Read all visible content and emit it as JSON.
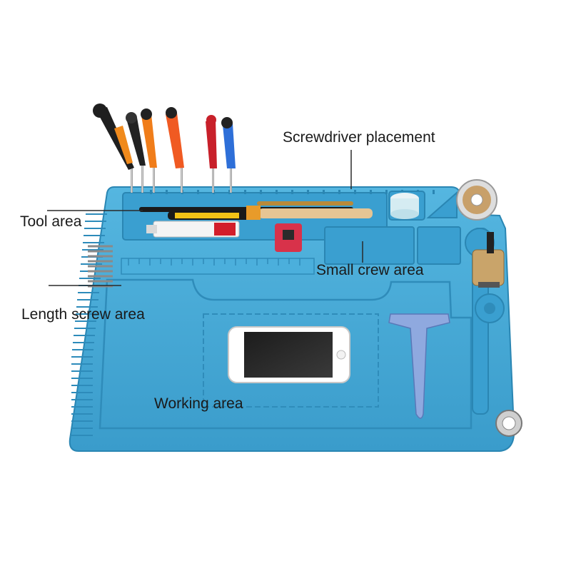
{
  "labels": {
    "screwdriver_placement": "Screwdriver placement",
    "tool_area": "Tool area",
    "small_screw_area": "Small crew area",
    "length_screw_area": "Length screw area",
    "working_area": "Working area"
  },
  "colors": {
    "mat_blue": "#41a6d3",
    "mat_shade": "#2f8cba",
    "mat_light": "#5fbbe2",
    "background": "#ffffff",
    "label_text": "#1a1a1a"
  },
  "icons": {
    "screwdrivers": "screwdriver-icon",
    "phone": "smartphone-icon",
    "magnetizer": "magnetizer-block-icon",
    "pry_tool": "pry-spudger-icon",
    "solder_reel": "solder-wire-reel-icon"
  }
}
